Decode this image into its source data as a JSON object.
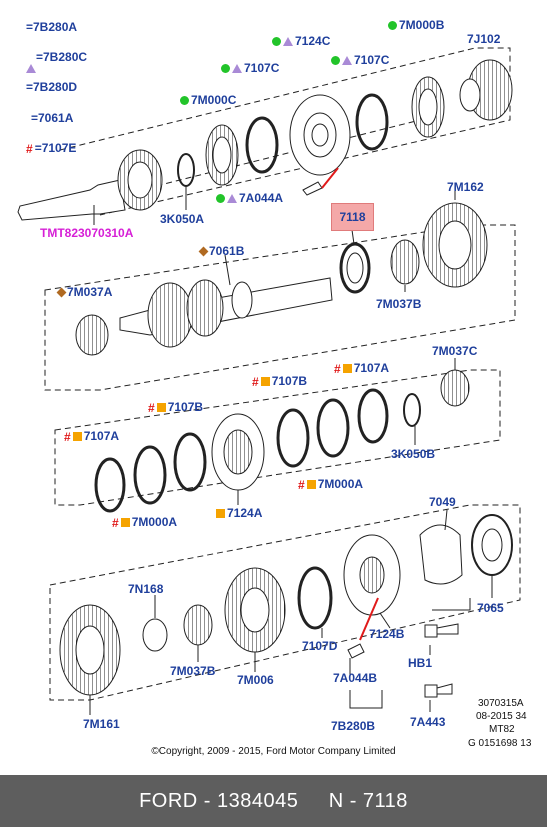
{
  "legend": [
    {
      "marker": "square-icon",
      "text": "=7B280A"
    },
    {
      "marker": "triangle-icon",
      "text": "=7B280C"
    },
    {
      "marker": "circle-icon",
      "text": "=7B280D"
    },
    {
      "marker": "diamond-icon",
      "text": "=7061A"
    },
    {
      "marker": "hash-icon",
      "text": "=7107E"
    }
  ],
  "colors": {
    "square": "#f5a300",
    "triangle": "#a98ad6",
    "circle": "#22c42a",
    "diamond": "#b06a22",
    "hash": "#e01a1a",
    "label": "#1f3f9c",
    "highlight": "#f4a8a8",
    "special": "#d61fd6",
    "footer_bg": "#5e5e5e"
  },
  "labels": {
    "l_7m000b": "7M000B",
    "l_7j102": "7J102",
    "l_7124c": "7124C",
    "l_7107c_a": "7107C",
    "l_7107c_b": "7107C",
    "l_7m000c": "7M000C",
    "l_3k050a": "3K050A",
    "l_7a044a": "7A044A",
    "l_tmt": "TMT823070310A",
    "l_7118": "7118",
    "l_7m162": "7M162",
    "l_7061b": "7061B",
    "l_7m037a": "7M037A",
    "l_7m037b_a": "7M037B",
    "l_7m037c": "7M037C",
    "l_7107b_a": "7107B",
    "l_7107a_a": "7107A",
    "l_7107b_b": "7107B",
    "l_7107a_b": "7107A",
    "l_3k050b": "3K050B",
    "l_7m000a_a": "7M000A",
    "l_7m000a_b": "7M000A",
    "l_7124a": "7124A",
    "l_7049": "7049",
    "l_7065": "7065",
    "l_7n168": "7N168",
    "l_7107d": "7107D",
    "l_7124b": "7124B",
    "l_hb1": "HB1",
    "l_7a044b": "7A044B",
    "l_7m037b_b": "7M037B",
    "l_7m006": "7M006",
    "l_7m161": "7M161",
    "l_7b280b": "7B280B",
    "l_7a443": "7A443"
  },
  "reference": [
    "3070315A",
    "08-2015 34",
    "MT82",
    "G 0151698 13"
  ],
  "copyright": "©Copyright, 2009 - 2015, Ford Motor Company Limited",
  "footer": {
    "brand": "FORD",
    "part": "1384045",
    "n": "N - 7118"
  }
}
